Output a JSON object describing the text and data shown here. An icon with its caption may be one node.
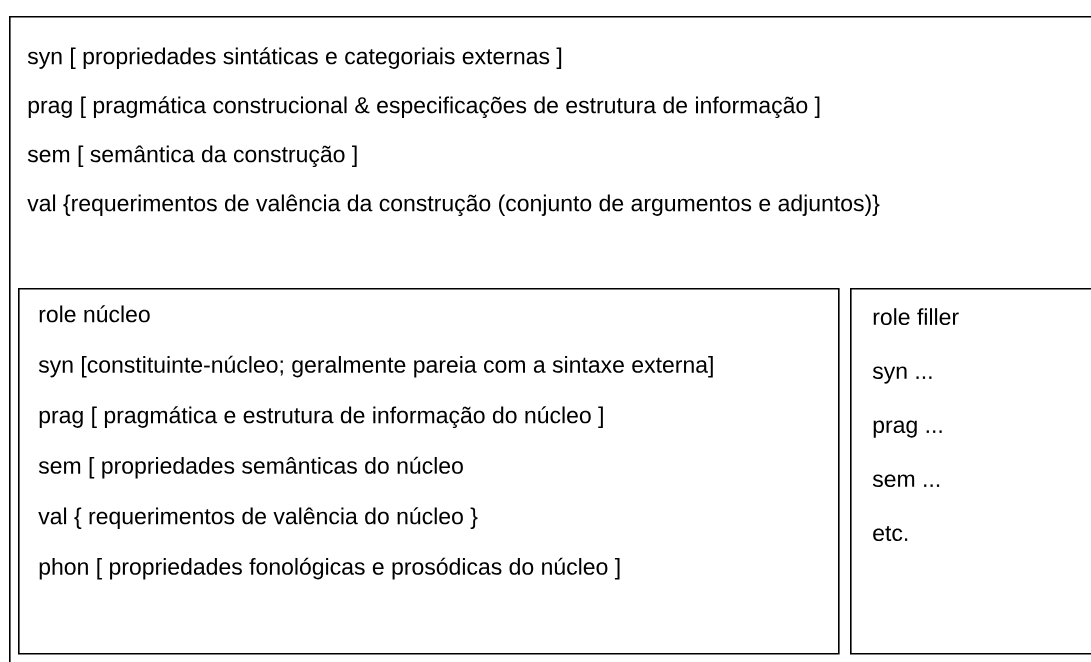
{
  "diagram": {
    "nodes": [
      {
        "text": [
          "syn [ propriedades sintáticas e categoriais externas ]",
          "prag [ pragmática construcional & especificações de estrutura de informação ]",
          "sem [ semântica da construção ]",
          "val {requerimentos de valência da construção (conjunto de argumentos e adjuntos)}"
        ]
      },
      {
        "text": [
          "role núcleo",
          "syn [constituinte-núcleo; geralmente pareia com a sintaxe externa]",
          "prag [ pragmática e estrutura de informação do núcleo ]",
          "sem [ propriedades semânticas do núcleo",
          "val { requerimentos de valência do núcleo }",
          "phon [ propriedades fonológicas e prosódicas do núcleo ]"
        ],
        "in": 0
      },
      {
        "text": [
          "role filler",
          "syn ...",
          "prag ...",
          "sem ...",
          "etc."
        ],
        "in": 0
      }
    ]
  }
}
